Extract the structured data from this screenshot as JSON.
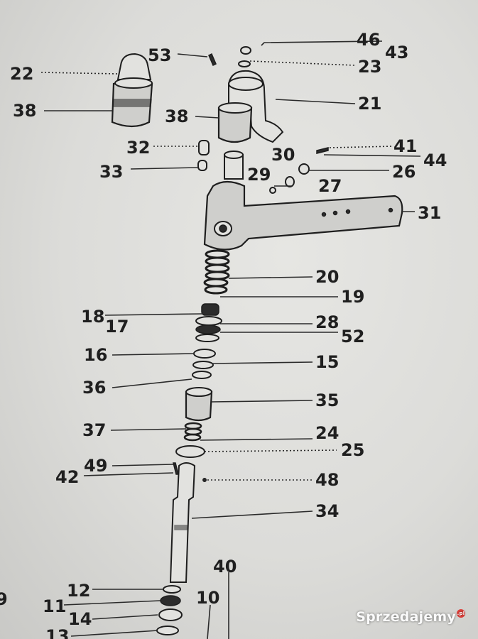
{
  "labels": [
    "53",
    "22",
    "38",
    "46",
    "43",
    "23",
    "21",
    "38",
    "41",
    "44",
    "32",
    "30",
    "26",
    "33",
    "29",
    "27",
    "31",
    "20",
    "19",
    "18",
    "17",
    "28",
    "52",
    "16",
    "15",
    "36",
    "35",
    "37",
    "24",
    "25",
    "49",
    "42",
    "48",
    "34",
    "40",
    "12",
    "10",
    "11",
    "14",
    "13",
    "9"
  ],
  "watermark": {
    "text": "Sprzedajemy",
    "badge": ".pl"
  },
  "colors": {
    "background": "#d9d9d6",
    "ink": "#1f1f1f",
    "watermark_dot": "#e0312b"
  }
}
